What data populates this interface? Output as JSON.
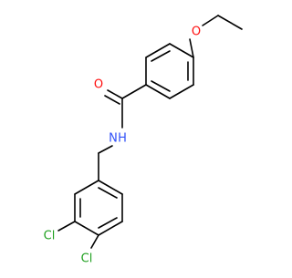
{
  "molecule": {
    "atom_labels": {
      "oxygen_ether": "O",
      "oxygen_carbonyl": "O",
      "nitrogen": "N",
      "nitrogen_h": "H",
      "chlorine_1": "Cl",
      "chlorine_2": "Cl"
    },
    "colors": {
      "bond": "#000000",
      "oxygen": "#ff0d0d",
      "nitrogen": "#3050f8",
      "chlorine": "#1fa01f"
    }
  }
}
